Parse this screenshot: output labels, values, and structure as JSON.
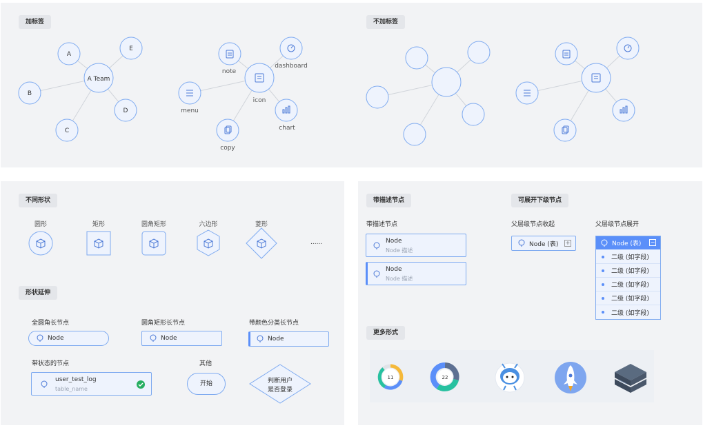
{
  "sections": {
    "labeled": "加标签",
    "unlabeled": "不加标签",
    "shapes": "不同形状",
    "extend": "形状延伸",
    "desc": "带描述节点",
    "expand": "可展开下级节点",
    "more": "更多形式"
  },
  "graph1": {
    "center": "A Team",
    "nodes": [
      "A",
      "B",
      "C",
      "D",
      "E"
    ]
  },
  "graph2": {
    "center": "icon",
    "nodes": [
      "note",
      "dashboard",
      "menu",
      "chart",
      "copy"
    ]
  },
  "shapes": {
    "labels": [
      "圆形",
      "矩形",
      "圆角矩形",
      "六边形",
      "菱形"
    ],
    "ellipsis": "......"
  },
  "extend": {
    "full_round": "全圆角长节点",
    "round_rect": "圆角矩形长节点",
    "color_class": "带颜色分类长节点",
    "status": "带状态的节点",
    "other": "其他",
    "node": "Node",
    "status_title": "user_test_log",
    "status_sub": "table_name",
    "start": "开始",
    "decision_line1": "判断用户",
    "decision_line2": "是否登录"
  },
  "desc": {
    "heading": "带描述节点",
    "title": "Node",
    "subtitle": "Node 描述"
  },
  "expand": {
    "collapsed_label": "父层级节点收起",
    "expanded_label": "父层级节点展开",
    "node": "Node (表)",
    "plus": "+",
    "minus": "−",
    "children": [
      "二级 (如字段)",
      "二级 (如字段)",
      "二级 (如字段)",
      "二级 (如字段)",
      "二级 (如字段)"
    ]
  },
  "more": {
    "donut1": "11",
    "donut2": "22"
  },
  "colors": {
    "accent": "#5b8ff9",
    "stroke": "#7eaaf0",
    "fill": "#eef3fd",
    "panel": "#f2f3f5",
    "ok": "#27ae60"
  }
}
